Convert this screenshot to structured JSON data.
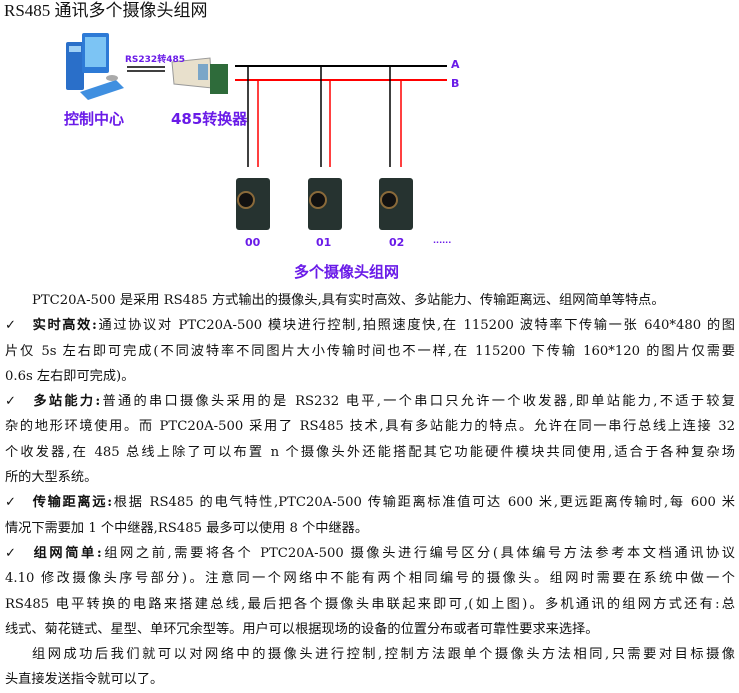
{
  "title": "RS485 通讯多个摄像头组网",
  "diagram": {
    "link_label": "RS232转485",
    "control_center": "控制中心",
    "converter": "485转换器",
    "bus_a": "A",
    "bus_b": "B",
    "cameras": [
      "00",
      "01",
      "02"
    ],
    "more": "......",
    "caption": "多个摄像头组网",
    "colors": {
      "label": "#6a1be8",
      "bus_a": "#000000",
      "bus_b": "#ff0000"
    }
  },
  "intro": [
    "PTC20A-500 是采用 RS485 方式输出的摄像头,具有实时高效、多站能力、传输距离远、组网简单等特点。"
  ],
  "check": "✓",
  "features": [
    {
      "label": "实时高效:",
      "lines": [
        "通过协议对 PTC20A-500 模块进行控制,拍照速度快,在 115200 波特率下传输一张 640*480 的图",
        "片仅 5s 左右即可完成(不同波特率不同图片大小传输时间也不一样,在 115200 下传输 160*120 的图片仅需要",
        "0.6s 左右即可完成)。"
      ]
    },
    {
      "label": "多站能力:",
      "lines": [
        "普通的串口摄像头采用的是 RS232 电平,一个串口只允许一个收发器,即单站能力,不适于较复",
        "杂的地形环境使用。而 PTC20A-500 采用了 RS485 技术,具有多站能力的特点。允许在同一串行总线上连接 32",
        "个收发器,在 485 总线上除了可以布置 n 个摄像头外还能搭配其它功能硬件模块共同使用,适合于各种复杂场",
        "所的大型系统。"
      ]
    },
    {
      "label": "传输距离远:",
      "lines": [
        "根据 RS485 的电气特性,PTC20A-500 传输距离标准值可达 600 米,更远距离传输时,每 600 米",
        "情况下需要加 1 个中继器,RS485 最多可以使用 8 个中继器。"
      ]
    },
    {
      "label": "组网简单:",
      "lines": [
        "组网之前,需要将各个 PTC20A-500 摄像头进行编号区分(具体编号方法参考本文档通讯协议",
        "4.10 修改摄像头序号部分)。注意同一个网络中不能有两个相同编号的摄像头。组网时需要在系统中做一个",
        "RS485 电平转换的电路来搭建总线,最后把各个摄像头串联起来即可,(如上图)。多机通讯的组网方式还有:总",
        "线式、菊花链式、星型、单环冗余型等。用户可以根据现场的设备的位置分布或者可靠性要求来选择。"
      ]
    }
  ],
  "outro": [
    "组网成功后我们就可以对网络中的摄像头进行控制,控制方法跟单个摄像头方法相同,只需要对目标摄像",
    "头直接发送指令就可以了。"
  ]
}
